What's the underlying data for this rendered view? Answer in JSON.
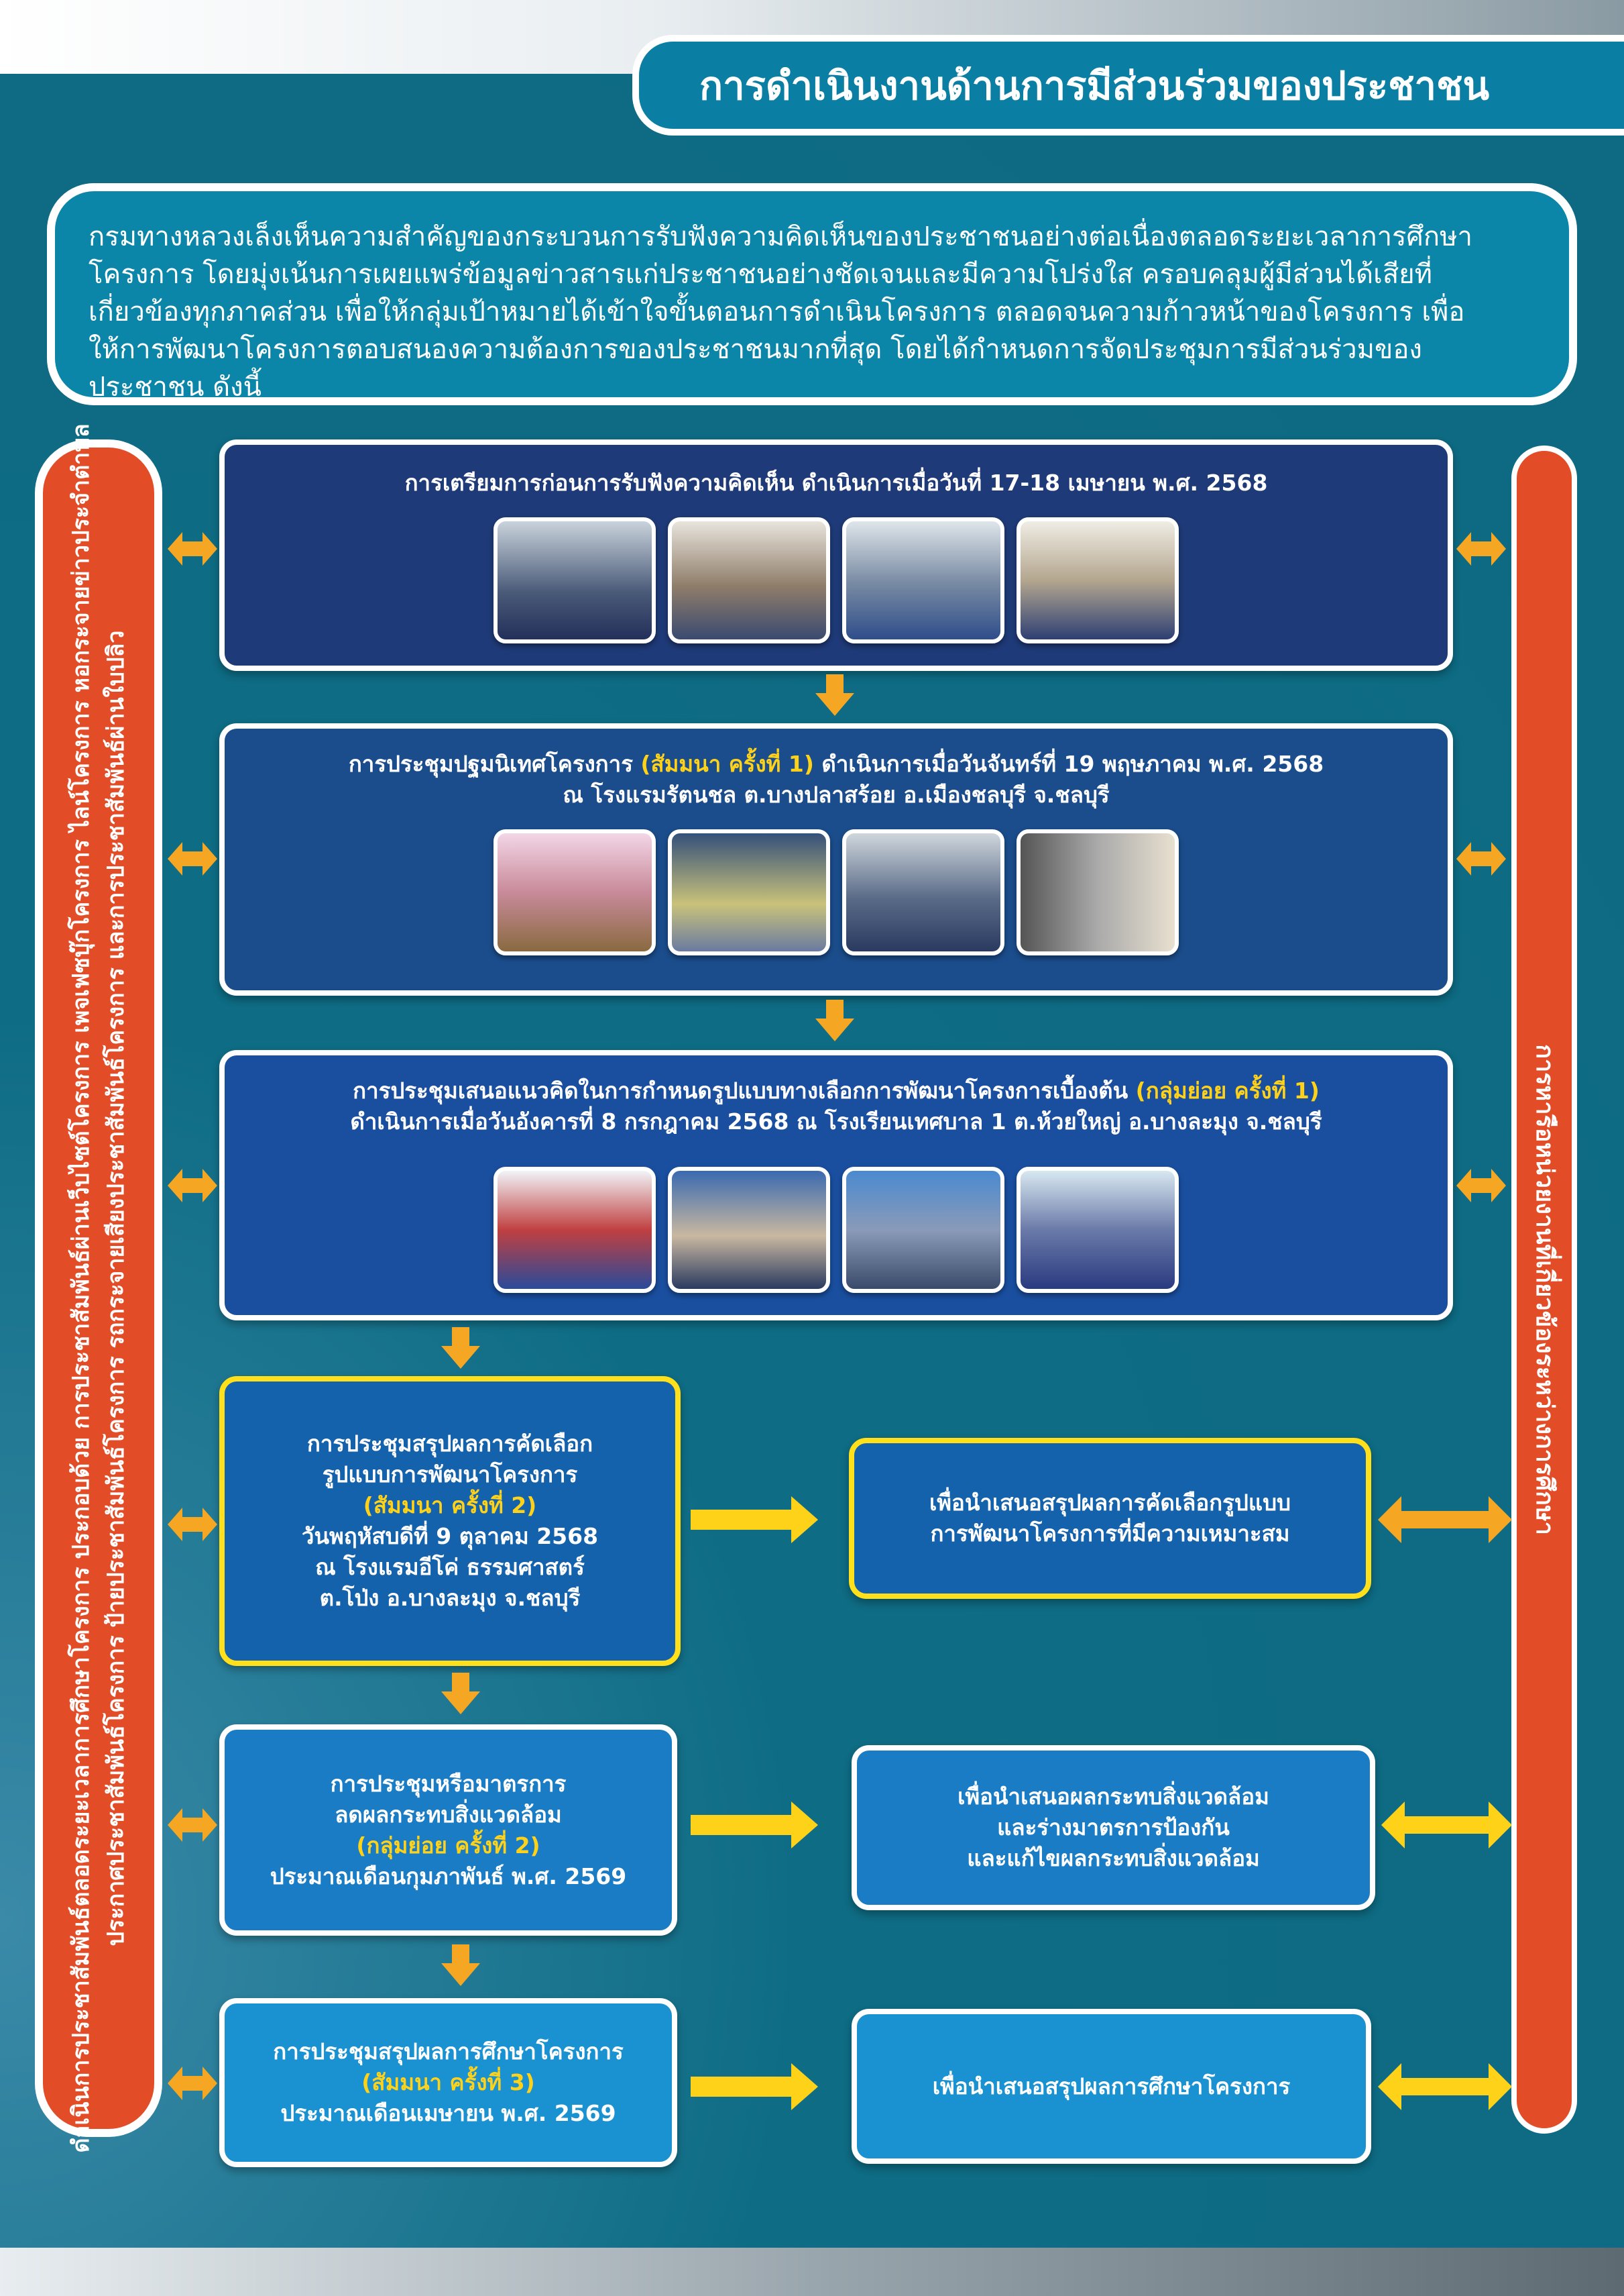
{
  "title": "การดำเนินงานด้านการมีส่วนร่วมของประชาชน",
  "intro": "กรมทางหลวงเล็งเห็นความสำคัญของกระบวนการรับฟังความคิดเห็นของประชาชนอย่างต่อเนื่องตลอดระยะเวลาการศึกษาโครงการ โดยมุ่งเน้นการเผยแพร่ข้อมูลข่าวสารแก่ประชาชนอย่างชัดเจนและมีความโปร่งใส ครอบคลุมผู้มีส่วนได้เสียที่เกี่ยวข้องทุกภาคส่วน เพื่อให้กลุ่มเป้าหมายได้เข้าใจขั้นตอนการดำเนินโครงการ ตลอดจนความก้าวหน้าของโครงการ เพื่อให้การพัฒนาโครงการตอบสนองความต้องการของประชาชนมากที่สุด โดยได้กำหนดการจัดประชุมการมีส่วนร่วมของประชาชน ดังนี้",
  "left_bar": {
    "line1": "ดำเนินการประชาสัมพันธ์ตลอดระยะเวลาการศึกษาโครงการ ประกอบด้วย การประชาสัมพันธ์ผ่านเว็บไซต์โครงการ เพจเฟซบุ๊กโครงการ ไลน์โครงการ หอกระจายข่าวประจำตำบล",
    "line2": "ประกาศประชาสัมพันธ์โครงการ ป้ายประชาสัมพันธ์โครงการ รถกระจายเสียงประชาสัมพันธ์โครงการ และการประชาสัมพันธ์ผ่านใบปลิว"
  },
  "right_bar": "การหารือหน่วยงานที่เกี่ยวข้องระหว่างการศึกษา",
  "steps": [
    {
      "l1": "การเตรียมการก่อนการรับฟังความคิดเห็น ดำเนินการเมื่อวันที่ 17-18 เมษายน พ.ศ. 2568"
    },
    {
      "l1a": "การประชุมปฐมนิเทศโครงการ ",
      "l1b": "(สัมมนา ครั้งที่ 1)",
      "l1c": " ดำเนินการเมื่อวันจันทร์ที่ 19 พฤษภาคม พ.ศ. 2568",
      "l2": "ณ โรงแรมรัตนชล ต.บางปลาสร้อย อ.เมืองชลบุรี จ.ชลบุรี"
    },
    {
      "l1a": "การประชุมเสนอแนวคิดในการกำหนดรูปแบบทางเลือกการพัฒนาโครงการเบื้องต้น ",
      "l1b": "(กลุ่มย่อย ครั้งที่ 1)",
      "l2": "ดำเนินการเมื่อวันอังคารที่ 8 กรกฎาคม 2568 ณ โรงเรียนเทศบาล 1 ต.ห้วยใหญ่ อ.บางละมุง จ.ชลบุรี"
    },
    {
      "l1": "การประชุมสรุปผลการคัดเลือก",
      "l2": "รูปแบบการพัฒนาโครงการ",
      "hl": "(สัมมนา ครั้งที่ 2)",
      "l3": "วันพฤหัสบดีที่ 9 ตุลาคม 2568",
      "l4": "ณ โรงแรมอีโค่ ธรรมศาสตร์",
      "l5": "ต.โป่ง อ.บางละมุง จ.ชลบุรี",
      "out1": "เพื่อนำเสนอสรุปผลการคัดเลือกรูปแบบ",
      "out2": "การพัฒนาโครงการที่มีความเหมาะสม"
    },
    {
      "l1": "การประชุมหรือมาตรการ",
      "l2": "ลดผลกระทบสิ่งแวดล้อม",
      "hl": "(กลุ่มย่อย ครั้งที่ 2)",
      "l3": "ประมาณเดือนกุมภาพันธ์ พ.ศ. 2569",
      "out1": "เพื่อนำเสนอผลกระทบสิ่งแวดล้อม",
      "out2": "และร่างมาตรการป้องกัน",
      "out3": "และแก้ไขผลกระทบสิ่งแวดล้อม"
    },
    {
      "l1": "การประชุมสรุปผลการศึกษาโครงการ",
      "hl": "(สัมมนา ครั้งที่ 3)",
      "l3": "ประมาณเดือนเมษายน พ.ศ. 2569",
      "out1": "เพื่อนำเสนอสรุปผลการศึกษาโครงการ"
    }
  ],
  "colors": {
    "orange": "#e24d28",
    "arrow": "#f5a623",
    "yellow": "#ffd21a",
    "teal": "#0e6c84"
  }
}
